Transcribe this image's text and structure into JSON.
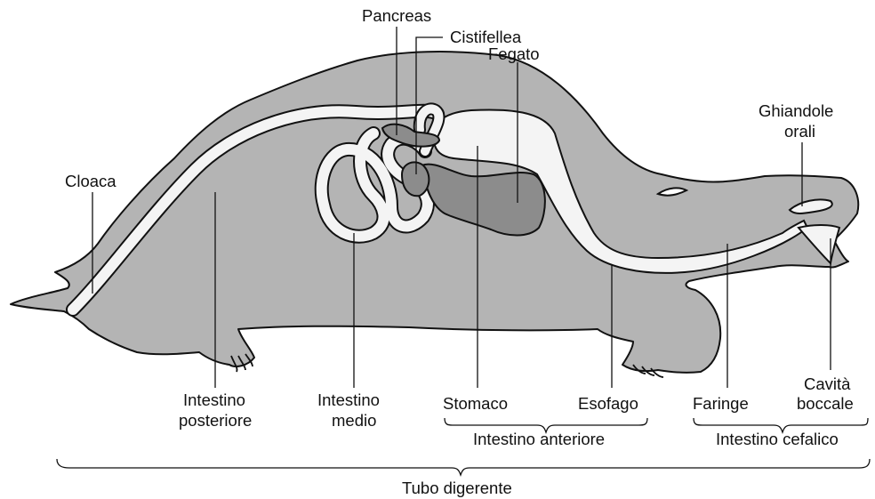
{
  "labels": {
    "pancreas": "Pancreas",
    "cistifellea": "Cistifellea",
    "fegato": "Fegato",
    "ghiandole_line1": "Ghiandole",
    "ghiandole_line2": "orali",
    "cloaca": "Cloaca",
    "intestino_posteriore_line1": "Intestino",
    "intestino_posteriore_line2": "posteriore",
    "intestino_medio_line1": "Intestino",
    "intestino_medio_line2": "medio",
    "stomaco": "Stomaco",
    "esofago": "Esofago",
    "faringe": "Faringe",
    "cavita_line1": "Cavità",
    "cavita_line2": "boccale",
    "intestino_anteriore": "Intestino anteriore",
    "intestino_cefalico": "Intestino cefalico",
    "tubo_digerente": "Tubo digerente"
  },
  "colors": {
    "body": "#b4b4b4",
    "tract": "#f4f4f4",
    "organ": "#8c8c8c",
    "outline": "#111111"
  }
}
